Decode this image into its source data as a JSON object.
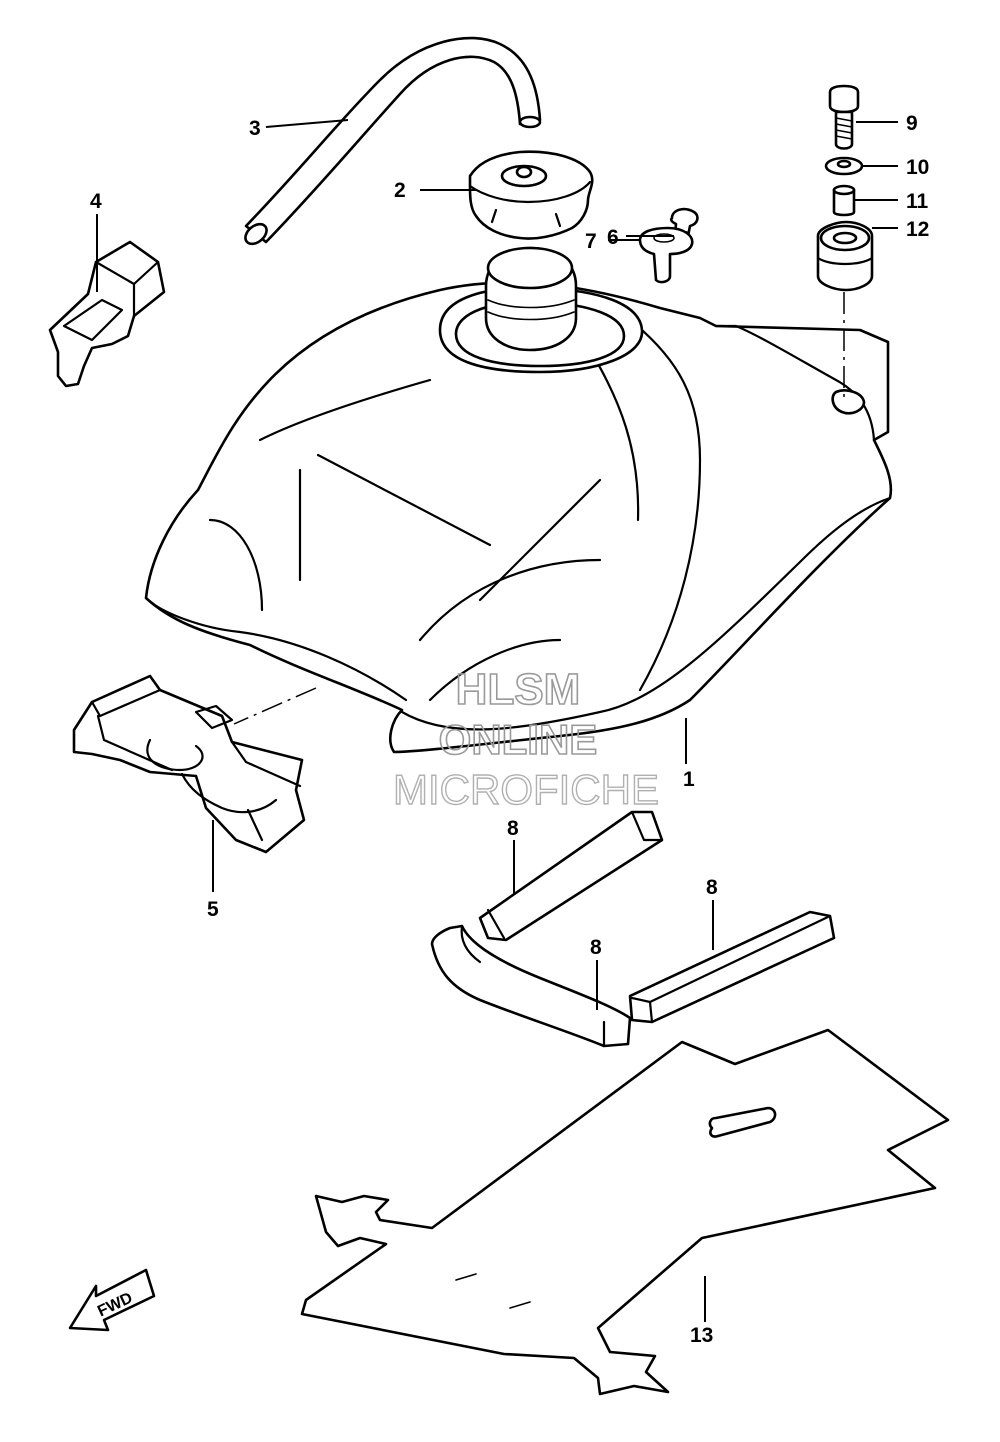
{
  "callouts": {
    "c1": "1",
    "c2": "2",
    "c3": "3",
    "c4": "4",
    "c5": "5",
    "c6": "6",
    "c7": "7",
    "c8a": "8",
    "c8b": "8",
    "c8c": "8",
    "c9": "9",
    "c10": "10",
    "c11": "11",
    "c12": "12",
    "c13": "13"
  },
  "watermark": {
    "line1": "HLSM",
    "line2": "ONLINE",
    "line3": "MICROFICHE"
  },
  "fwd_arrow_label": "FWD",
  "colors": {
    "line": "#000000",
    "background": "#ffffff",
    "watermark": "#9a9a9a"
  }
}
